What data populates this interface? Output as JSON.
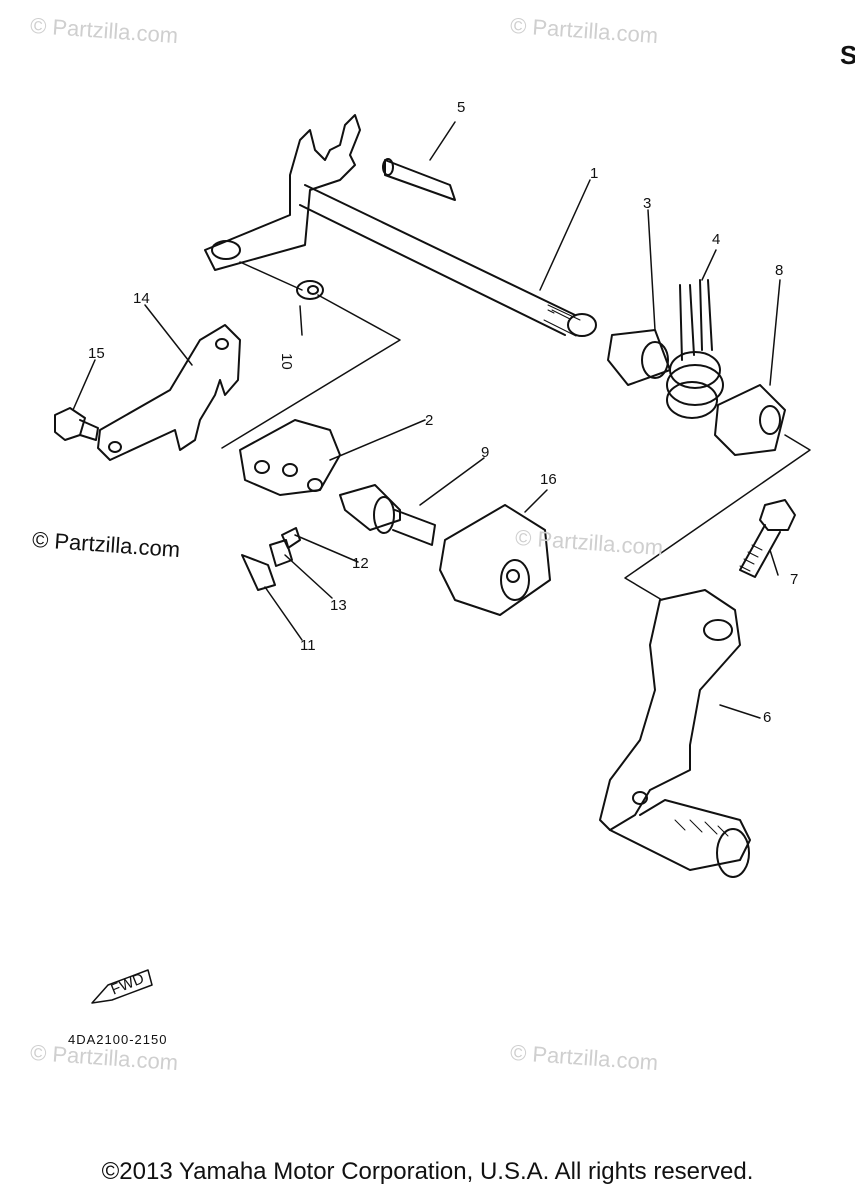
{
  "watermarks": {
    "top_left": "© Partzilla.com",
    "top_right": "© Partzilla.com",
    "middle_left": "© Partzilla.com",
    "middle_center": "© Partzilla.com",
    "bottom_left": "© Partzilla.com",
    "bottom_right": "© Partzilla.com"
  },
  "callouts": [
    "1",
    "2",
    "3",
    "4",
    "5",
    "6",
    "7",
    "8",
    "9",
    "10",
    "11",
    "12",
    "13",
    "14",
    "15",
    "16"
  ],
  "fwd_label": "FWD",
  "diagram_code": "4DA2100-2150",
  "copyright": "©2013 Yamaha Motor Corporation, U.S.A. All rights reserved.",
  "title_fragment": "S"
}
